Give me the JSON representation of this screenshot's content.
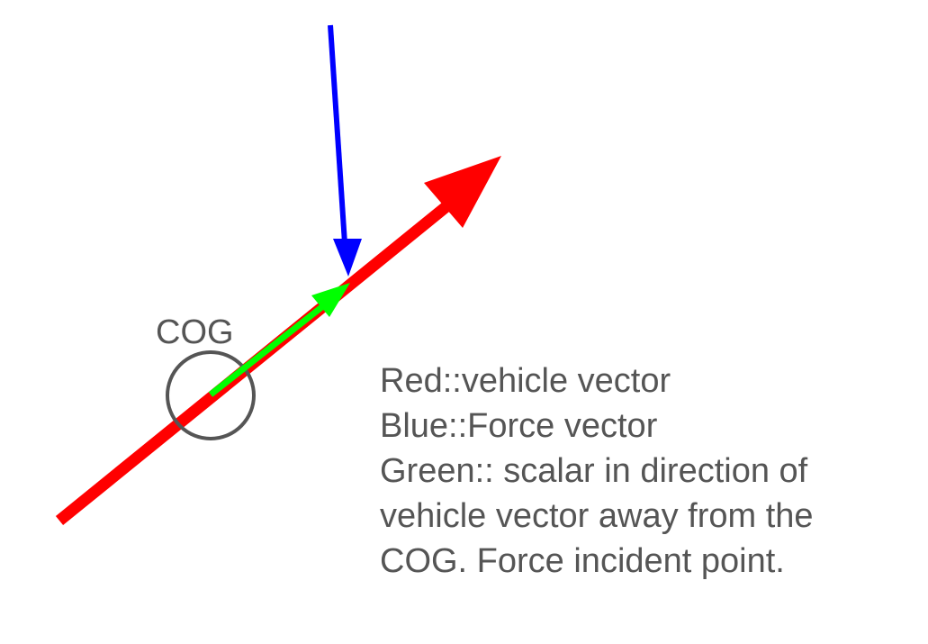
{
  "cog": {
    "label": "COG"
  },
  "legend": {
    "lines": [
      "Red::vehicle vector",
      "Blue::Force vector",
      "Green:: scalar in direction of",
      "vehicle vector away from the",
      "COG. Force incident point."
    ]
  },
  "colors": {
    "vehicle_vector": "#ff0000",
    "force_vector": "#0000ff",
    "scalar_vector": "#00ff00",
    "cog_circle": "#555555",
    "text": "#555555"
  }
}
